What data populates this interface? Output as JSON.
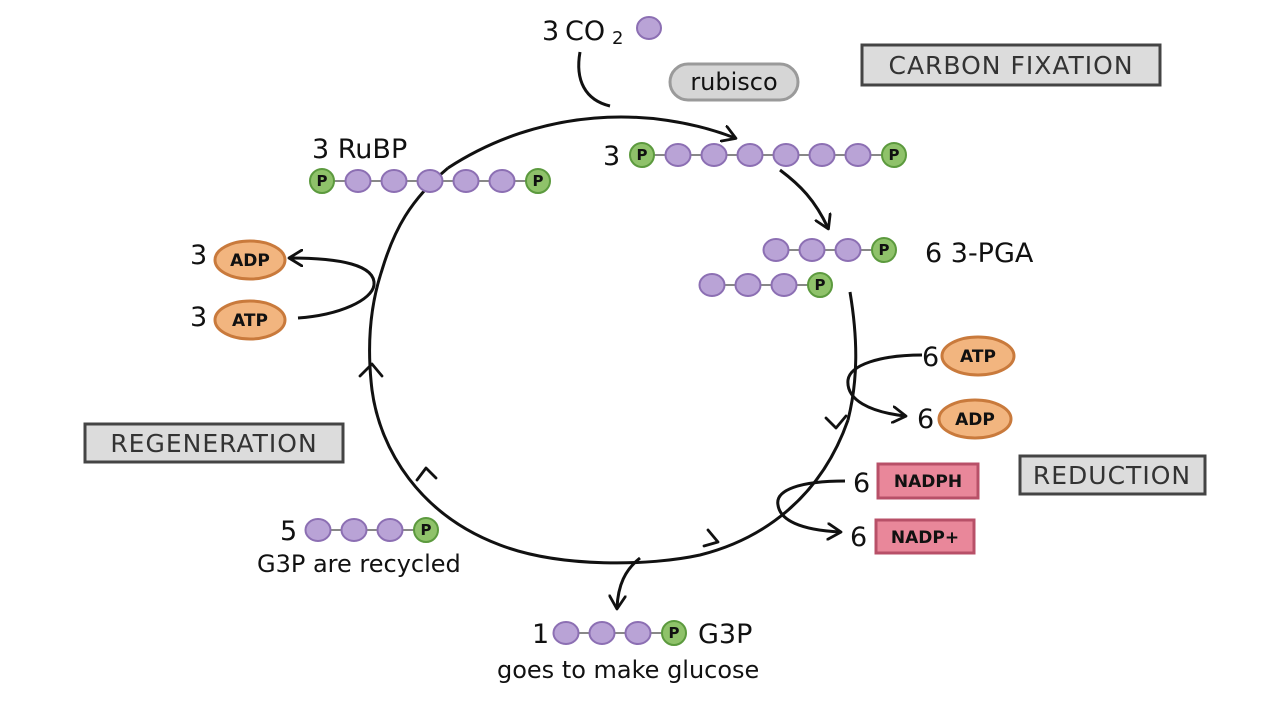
{
  "stages": {
    "carbon_fixation": "CARBON FIXATION",
    "reduction": "REDUCTION",
    "regeneration": "REGENERATION"
  },
  "enzyme": "rubisco",
  "inputs": {
    "co2_count": "3",
    "co2_label": "CO",
    "co2_subscript": "2"
  },
  "molecules": {
    "rubp_label": "3 RuBP",
    "six_carbon_count": "3",
    "pga_label": "6 3-PGA",
    "phosphate": "P",
    "recycled_count": "5",
    "recycled_label": "G3P are recycled",
    "output_count": "1",
    "output_name": "G3P",
    "output_label": "goes to make glucose"
  },
  "energy": {
    "reduction_atp_count": "6",
    "reduction_adp_count": "6",
    "reduction_nadph_count": "6",
    "reduction_nadp_count": "6",
    "regen_atp_count": "3",
    "regen_adp_count": "3",
    "atp": "ATP",
    "adp": "ADP",
    "nadph": "NADPH",
    "nadp": "NADP+"
  },
  "colors": {
    "carbon": "#b9a3d6",
    "carbon_stroke": "#8c6fb3",
    "phosphate": "#8fc26a",
    "phosphate_stroke": "#5c9a3e",
    "atp_fill": "#f2b57f",
    "atp_stroke": "#c97a3c",
    "nadph_fill": "#e9879a",
    "nadph_stroke": "#b85068",
    "label_box_fill": "#dcdcdc",
    "label_box_stroke": "#444444"
  }
}
